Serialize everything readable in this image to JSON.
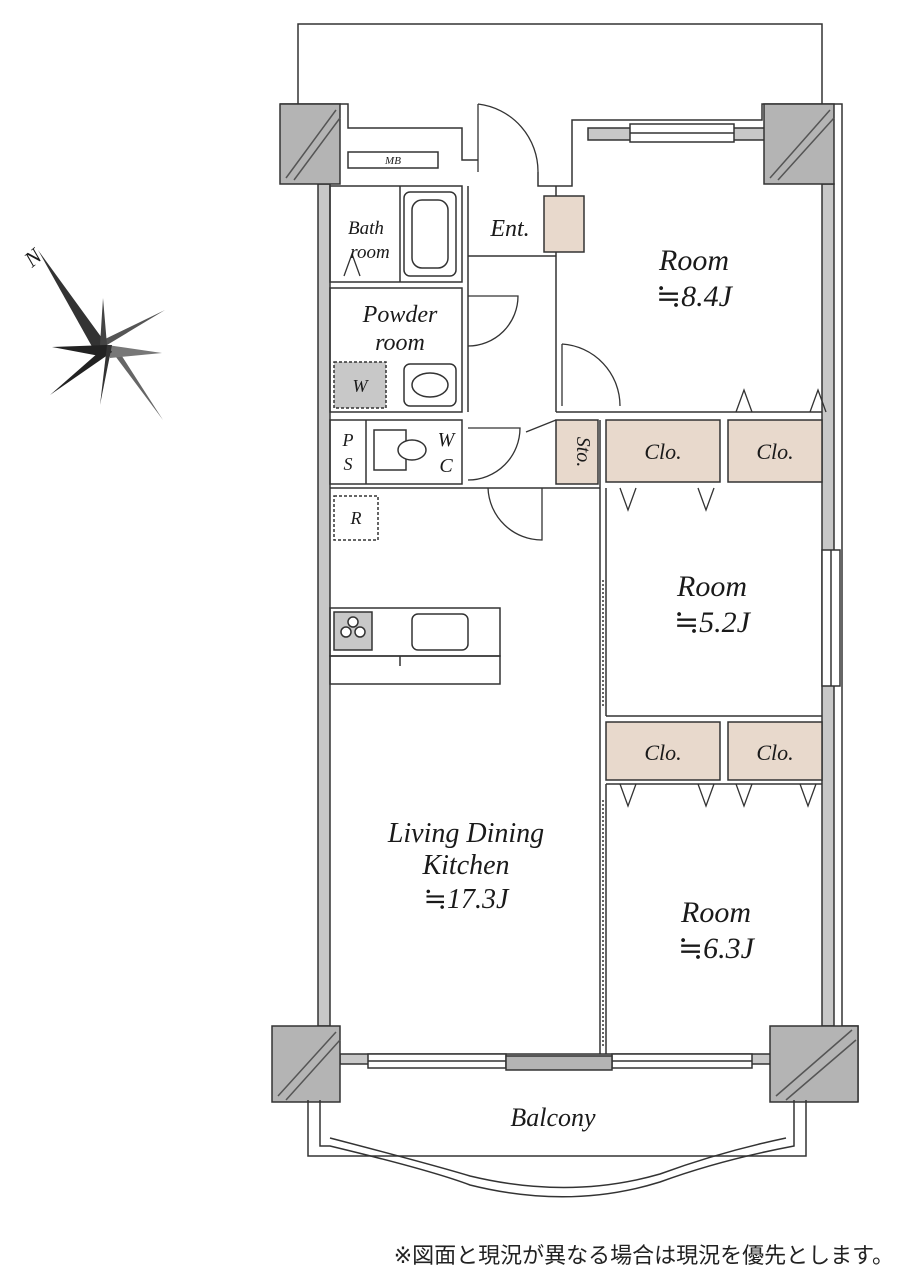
{
  "rooms": {
    "room1": {
      "name": "Room",
      "area": "≒8.4J"
    },
    "room2": {
      "name": "Room",
      "area": "≒5.2J"
    },
    "room3": {
      "name": "Room",
      "area": "≒6.3J"
    },
    "ldk": {
      "line1": "Living Dining",
      "line2": "Kitchen",
      "area": "≒17.3J"
    },
    "bath": {
      "line1": "Bath",
      "line2": "room"
    },
    "powder": {
      "line1": "Powder",
      "line2": "room"
    },
    "entrance": "Ent.",
    "storage": "Sto.",
    "closet": "Clo.",
    "wc": {
      "w": "W",
      "c": "C"
    },
    "ps": {
      "p": "P",
      "s": "S"
    },
    "washer": "W",
    "fridge": "R",
    "meter_box": "MB",
    "balcony": "Balcony"
  },
  "compass": {
    "north": "N"
  },
  "footnote": "※図面と現況が異なる場合は現況を優先とします。",
  "colors": {
    "wall_fill": "#c8c8c8",
    "closet_fill": "#e8d9cc",
    "line": "#333333",
    "corner_fill": "#b4b4b4"
  }
}
